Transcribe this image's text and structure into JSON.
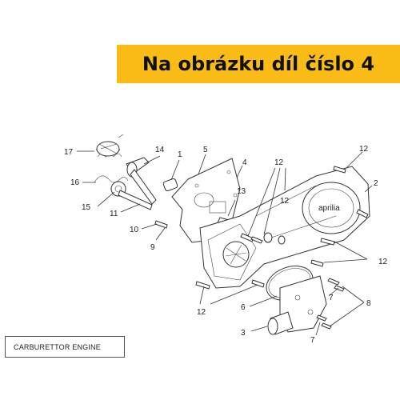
{
  "banner": {
    "text": "Na obrázku díl číslo 4"
  },
  "caption": "CARBURETTOR ENGINE",
  "callouts": {
    "c17": "17",
    "c14": "14",
    "c1": "1",
    "c5": "5",
    "c16": "16",
    "c15": "15",
    "c11": "11",
    "c10": "10",
    "c9": "9",
    "c13": "13",
    "c4": "4",
    "c12_top": "12",
    "c12_topright": "12",
    "c12_mid": "12",
    "c2": "2",
    "c12_right": "12",
    "c12_left": "12",
    "c6": "6",
    "c3": "3",
    "c7_a": "7",
    "c7_b": "7",
    "c8": "8"
  },
  "colors": {
    "banner": "#f9bb16",
    "line": "#333333"
  }
}
